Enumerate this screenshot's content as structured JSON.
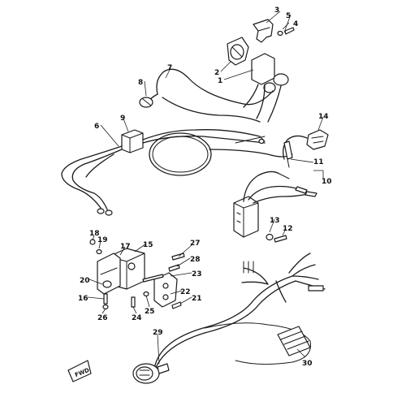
{
  "diagram": {
    "callouts": {
      "p1": "1",
      "p2": "2",
      "p3": "3",
      "p4": "4",
      "p5": "5",
      "p6": "6",
      "p7": "7",
      "p8": "8",
      "p9": "9",
      "p10": "10",
      "p11": "11",
      "p12": "12",
      "p13": "13",
      "p14": "14",
      "p15": "15",
      "p16": "16",
      "p17": "17",
      "p18": "18",
      "p19": "19",
      "p20": "20",
      "p21": "21",
      "p22": "22",
      "p23": "23",
      "p24": "24",
      "p25": "25",
      "p26": "26",
      "p27": "27",
      "p28": "28",
      "p29": "29",
      "p30": "30"
    },
    "direction_marker": "FWD"
  }
}
